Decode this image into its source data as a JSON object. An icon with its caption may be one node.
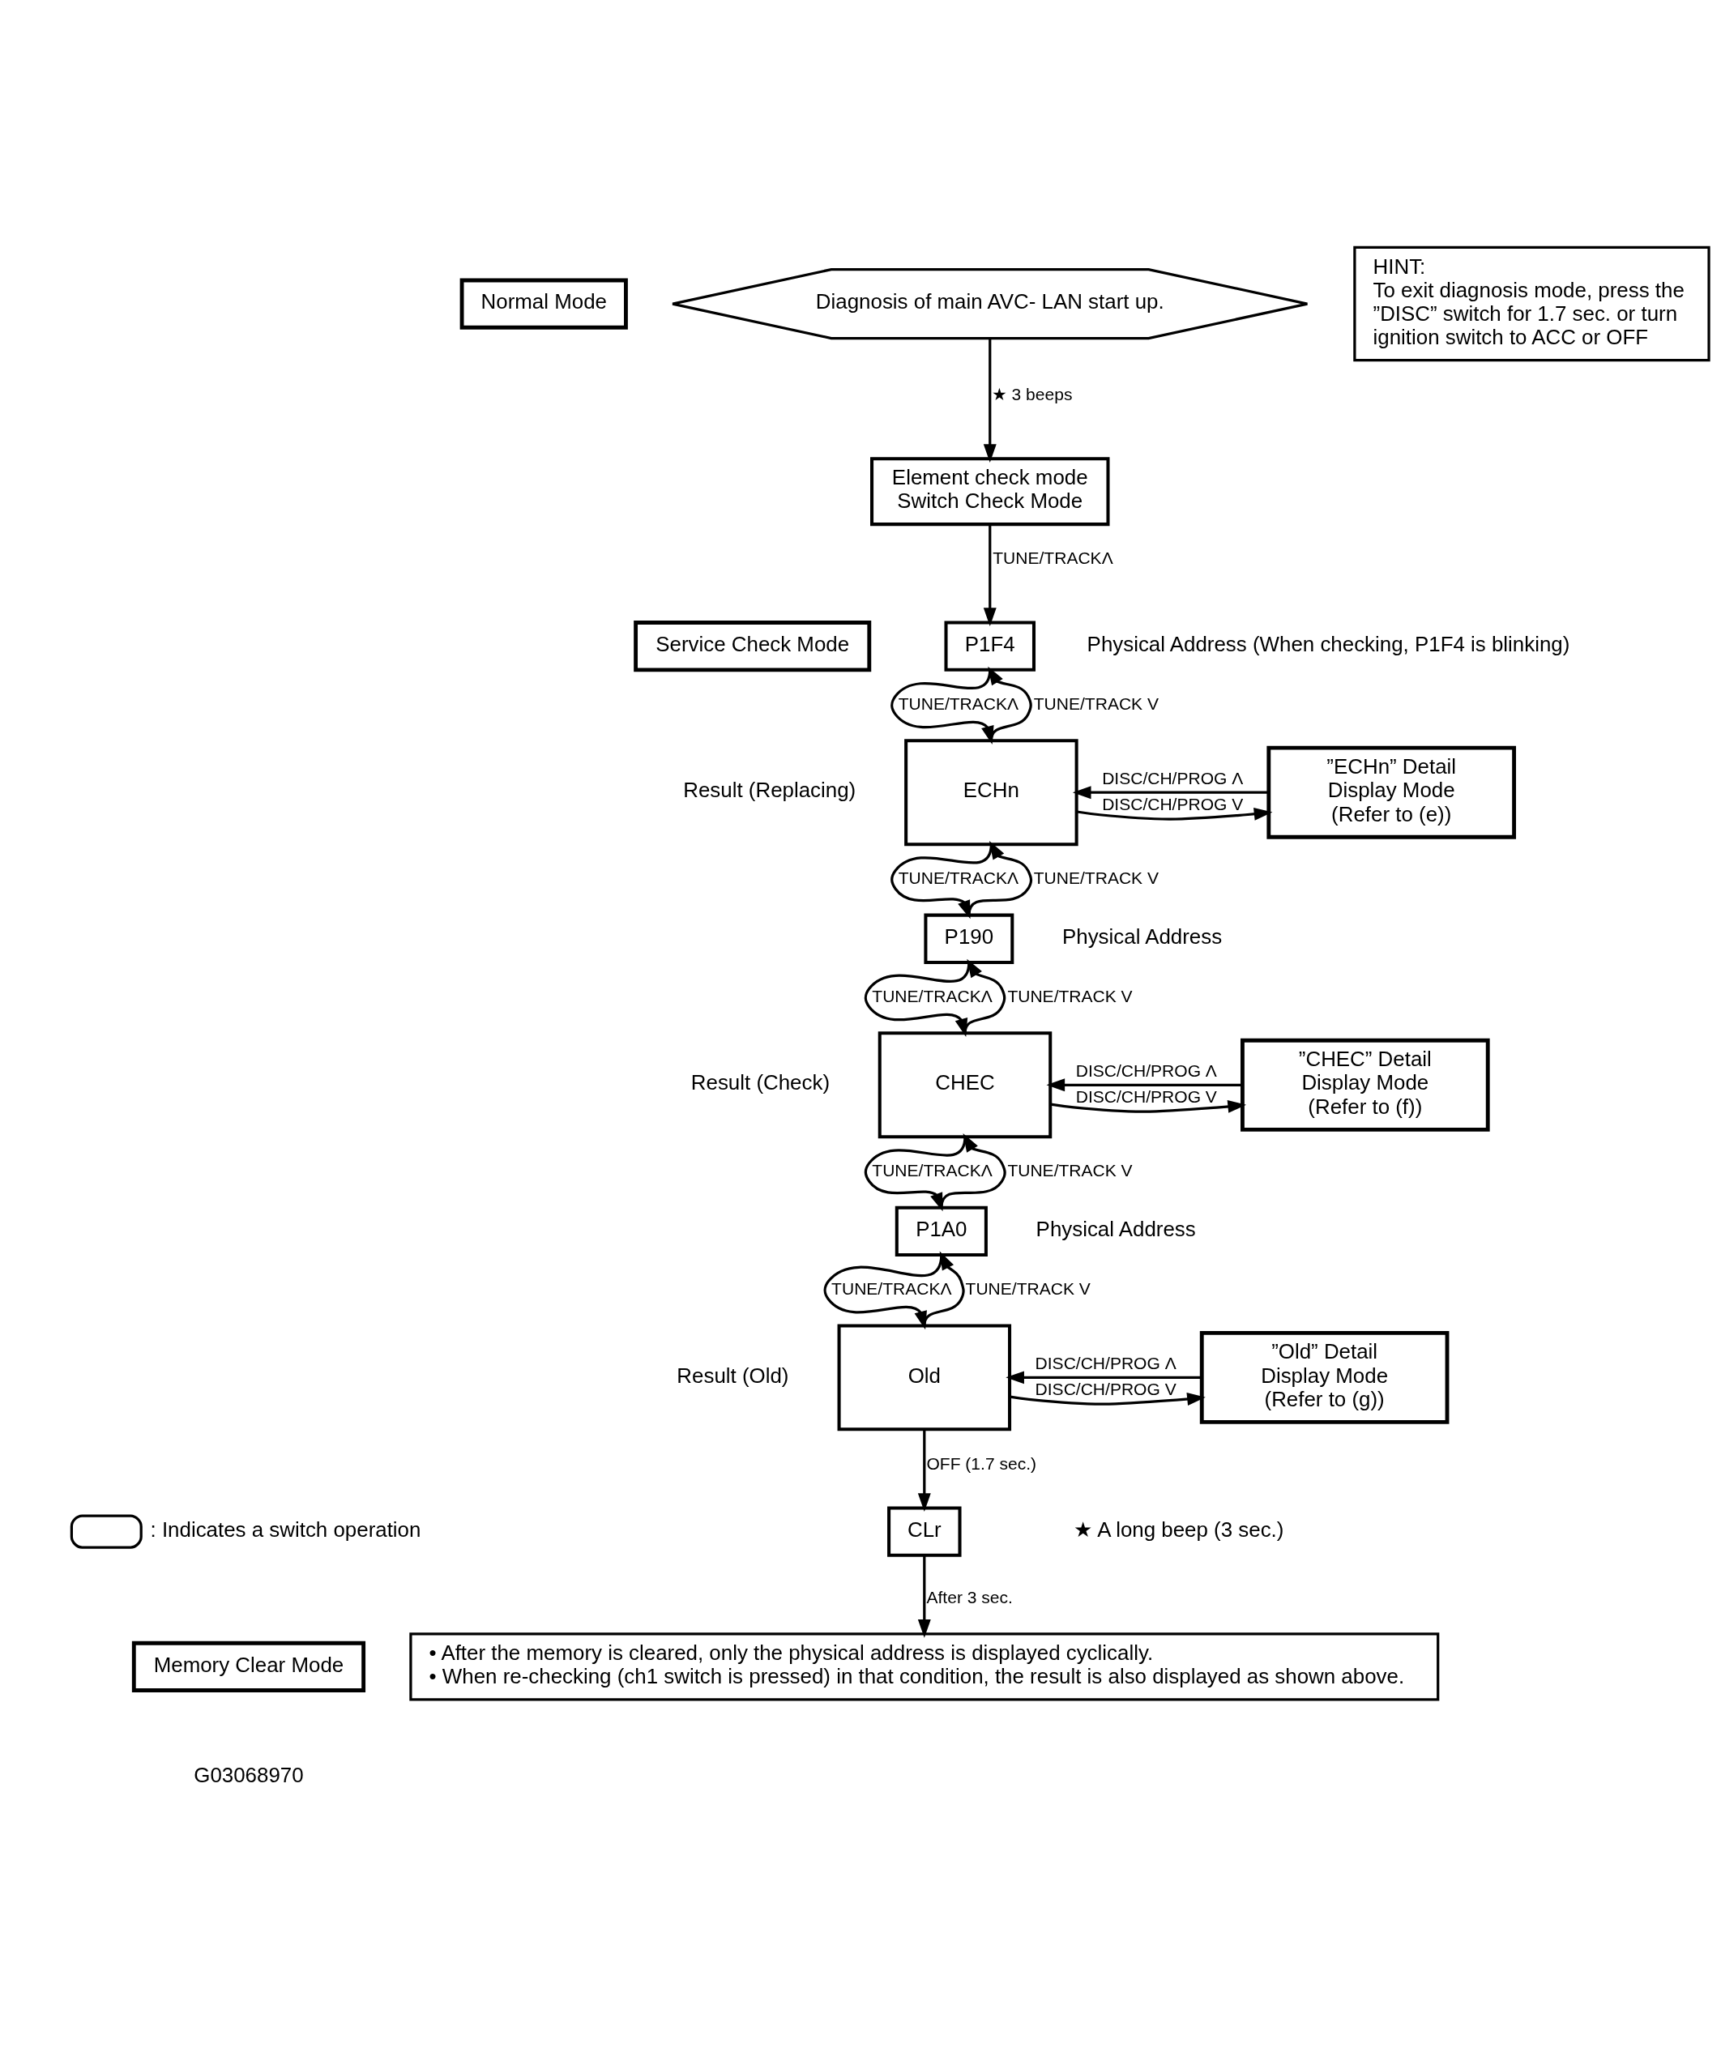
{
  "diagram": {
    "nodes": [
      {
        "text": [
          "Normal Mode"
        ]
      },
      {
        "text": [
          "Diagnosis of main AVC- LAN start up."
        ]
      },
      {
        "text": [
          "HINT:",
          "To exit diagnosis mode, press the ”DISC” switch for 1.7 sec. or turn ignition switch to ACC or OFF"
        ]
      },
      {
        "text": [
          "Element check mode",
          "Switch Check Mode"
        ]
      },
      {
        "text": [
          "Service Check Mode"
        ]
      },
      {
        "text": [
          "P1F4"
        ],
        "beside": [
          "Physical Address (When checking, P1F4 is blinking)"
        ]
      },
      {
        "text": [
          "ECHn"
        ],
        "beside": [
          "Result (Replacing)"
        ]
      },
      {
        "text": [
          "”ECHn” Detail Display Mode (Refer to (e))"
        ]
      },
      {
        "text": [
          "P190"
        ],
        "beside": [
          "Physical Address"
        ]
      },
      {
        "text": [
          "CHEC"
        ],
        "beside": [
          "Result (Check)"
        ]
      },
      {
        "text": [
          "”CHEC” Detail Display Mode (Refer to (f))"
        ]
      },
      {
        "text": [
          "P1A0"
        ],
        "beside": [
          "Physical Address"
        ]
      },
      {
        "text": [
          "Old"
        ],
        "beside": [
          "Result (Old)"
        ]
      },
      {
        "text": [
          "”Old” Detail Display Mode (Refer to (g))"
        ]
      },
      {
        "text": [
          "CLr"
        ]
      },
      {
        "text": [
          "Memory Clear Mode"
        ]
      },
      {
        "text": [
          "• After the memory is cleared, only the physical address is displayed cyclically.",
          "• When re-checking (ch1 switch is pressed) in that condition, the result is also displayed as shown above."
        ]
      }
    ],
    "edges": [
      {
        "from": 1,
        "to": 3,
        "arrow": "to",
        "label": "★ 3 beeps"
      },
      {
        "from": 3,
        "to": 5,
        "arrow": "to",
        "label": "TUNE/TRACKΛ"
      },
      {
        "from": 5,
        "to": 6,
        "arrow": "to",
        "label": "TUNE/TRACKΛ"
      },
      {
        "from": 6,
        "to": 5,
        "arrow": "to",
        "label": "TUNE/TRACK V"
      },
      {
        "from": 7,
        "to": 6,
        "arrow": "to",
        "label": "DISC/CH/PROG Λ"
      },
      {
        "from": 6,
        "to": 7,
        "arrow": "to",
        "label": "DISC/CH/PROG V"
      },
      {
        "from": 6,
        "to": 8,
        "arrow": "to",
        "label": "TUNE/TRACKΛ"
      },
      {
        "from": 8,
        "to": 6,
        "arrow": "to",
        "label": "TUNE/TRACK V"
      },
      {
        "from": 8,
        "to": 9,
        "arrow": "to",
        "label": "TUNE/TRACKΛ"
      },
      {
        "from": 9,
        "to": 8,
        "arrow": "to",
        "label": "TUNE/TRACK V"
      },
      {
        "from": 10,
        "to": 9,
        "arrow": "to",
        "label": "DISC/CH/PROG Λ"
      },
      {
        "from": 9,
        "to": 10,
        "arrow": "to",
        "label": "DISC/CH/PROG V"
      },
      {
        "from": 9,
        "to": 11,
        "arrow": "to",
        "label": "TUNE/TRACKΛ"
      },
      {
        "from": 11,
        "to": 9,
        "arrow": "to",
        "label": "TUNE/TRACK V"
      },
      {
        "from": 11,
        "to": 12,
        "arrow": "to",
        "label": "TUNE/TRACKΛ"
      },
      {
        "from": 12,
        "to": 11,
        "arrow": "to",
        "label": "TUNE/TRACK V"
      },
      {
        "from": 13,
        "to": 12,
        "arrow": "to",
        "label": "DISC/CH/PROG Λ"
      },
      {
        "from": 12,
        "to": 13,
        "arrow": "to",
        "label": "DISC/CH/PROG V"
      },
      {
        "from": 12,
        "to": 14,
        "arrow": "to",
        "label": "OFF (1.7 sec.)"
      },
      {
        "from": 14,
        "to": 16,
        "arrow": "to",
        "label": "After 3 sec."
      }
    ],
    "labels": [
      "★ A long beep (3 sec.)",
      "G03068970"
    ],
    "legend": [
      {
        "text": ": Indicates a switch operation"
      }
    ]
  }
}
